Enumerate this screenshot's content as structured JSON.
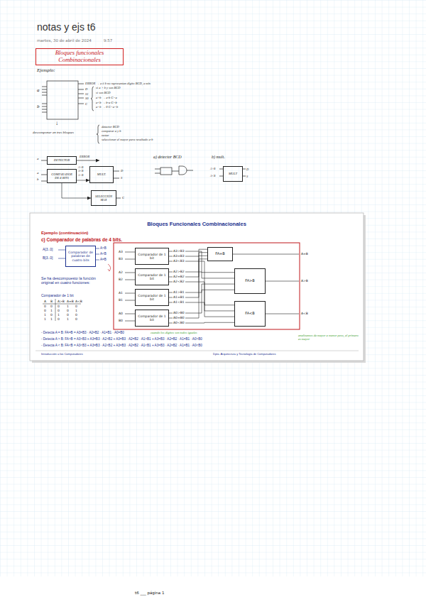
{
  "diagram": {
    "title": "notas y ejs t6",
    "nodes": [
      {
        "text": [
          "Bloques funcionales Combinacionales"
        ]
      },
      {
        "text": [
          "DETECTOR"
        ]
      },
      {
        "text": [
          "COMPARADOR DE 4 BITS"
        ]
      },
      {
        "text": [
          "MULT."
        ]
      },
      {
        "text": [
          "SELECCIÓN MAX"
        ]
      },
      {
        "text": [
          "MULT"
        ]
      },
      {
        "text": [
          "Bloques Funcionales Combinacionales"
        ]
      },
      {
        "text": [
          "Comparador de palabras de cuatro bits"
        ],
        "in": 6
      },
      {
        "text": [
          "Comparador de 1 bit"
        ],
        "in": 6
      },
      {
        "text": [
          "Comparador de 1 bit"
        ],
        "in": 6
      },
      {
        "text": [
          "Comparador de 1 bit"
        ],
        "in": 6
      },
      {
        "text": [
          "Comparador de 1 bit"
        ],
        "in": 6
      },
      {
        "text": [
          "FA=B"
        ],
        "in": 6
      },
      {
        "text": [
          "FA>B"
        ],
        "in": 6
      },
      {
        "text": [
          "FA<B"
        ],
        "in": 6
      }
    ],
    "edges": [
      {
        "from": 2,
        "to": 3,
        "arrow": "to"
      },
      {
        "from": 2,
        "to": 4,
        "arrow": "to"
      },
      {
        "from": 8,
        "to": 12,
        "arrow": "none"
      },
      {
        "from": 8,
        "to": 13,
        "arrow": "none"
      },
      {
        "from": 8,
        "to": 14,
        "arrow": "none"
      },
      {
        "from": 9,
        "to": 12,
        "arrow": "none"
      },
      {
        "from": 9,
        "to": 13,
        "arrow": "none"
      },
      {
        "from": 9,
        "to": 14,
        "arrow": "none"
      },
      {
        "from": 10,
        "to": 12,
        "arrow": "none"
      },
      {
        "from": 10,
        "to": 13,
        "arrow": "none"
      },
      {
        "from": 10,
        "to": 14,
        "arrow": "none"
      },
      {
        "from": 11,
        "to": 12,
        "arrow": "none"
      },
      {
        "from": 11,
        "to": 13,
        "arrow": "none"
      },
      {
        "from": 11,
        "to": 14,
        "arrow": "none"
      }
    ],
    "labels": [
      "martes, 30 de abril de 2024",
      "9:57",
      "Ejemplo:",
      "a",
      "b",
      "ERROR → a ó b no representan dígito BCD, a mín",
      "D",
      "S1",
      "S0",
      "C",
      "si a > b y son BCD",
      "si son BCD",
      "a>b → a-b   C=a",
      "a<b → b-a   C=b",
      "a=b → 0   C=a=b",
      "↓",
      "descomponer en tres bloques",
      "detector BCD",
      "comparar a y b",
      "restar",
      "seleccionar el mayor para resultado a-b",
      "a",
      "a",
      "b",
      "ERROR",
      "A>B",
      "A<B",
      "A=B",
      "D",
      "S",
      "C",
      "a) detector BCD",
      "b) mult.",
      "A>B",
      "A<B",
      "D",
      "S",
      "Ejemplo (continuación)",
      "c) Comparador de palabras de 4 bits.",
      "A[3..0]",
      "B[3..0]",
      "A>B",
      "A<B",
      "A=B",
      "Se ha descompuesto la función original en cuatro funciones:",
      "Comparador de 1 bit",
      "A",
      "B",
      "A>B",
      "A=B",
      "A<B",
      "0",
      "0",
      "0",
      "1",
      "0",
      "0",
      "1",
      "0",
      "0",
      "1",
      "1",
      "0",
      "1",
      "0",
      "0",
      "1",
      "1",
      "0",
      "1",
      "0",
      "A3",
      "B3",
      "A2",
      "B2",
      "A1",
      "B1",
      "A0",
      "B0",
      "A3>B3",
      "A3=B3",
      "A3<B3",
      "A2>B2",
      "A2=B2",
      "A2<B2",
      "A1>B1",
      "A1=B1",
      "A1<B1",
      "A0>B0",
      "A0=B0",
      "A0<B0",
      "A=B",
      "A>B",
      "A<B",
      "- Detecta A = B: FA=B = A3=B3 · A2=B2 · A1=B1 · A0=B0",
      "- Detecta A > B: FA>B = A3>B3 + A3=B3 · A2>B2 + A3=B3 · A2=B2 · A1>B1 + A3=B3 · A2=B2 · A1=B1 · A0>B0",
      "- Detecta A < B: FA<B = A3<B3 + A3=B3 · A2<B2 + A3=B3 · A2=B2 · A1<B1 + A3=B3 · A2=B2 · A1=B1 · A0<B0",
      "cuando los dígitos son todos iguales",
      "analizamos de mayor a menor peso, el primero es mayor",
      "Introducción a los Computadores",
      "Dpto. Arquitectura y Tecnología de Computadores",
      "t6 ___ página 1"
    ]
  }
}
